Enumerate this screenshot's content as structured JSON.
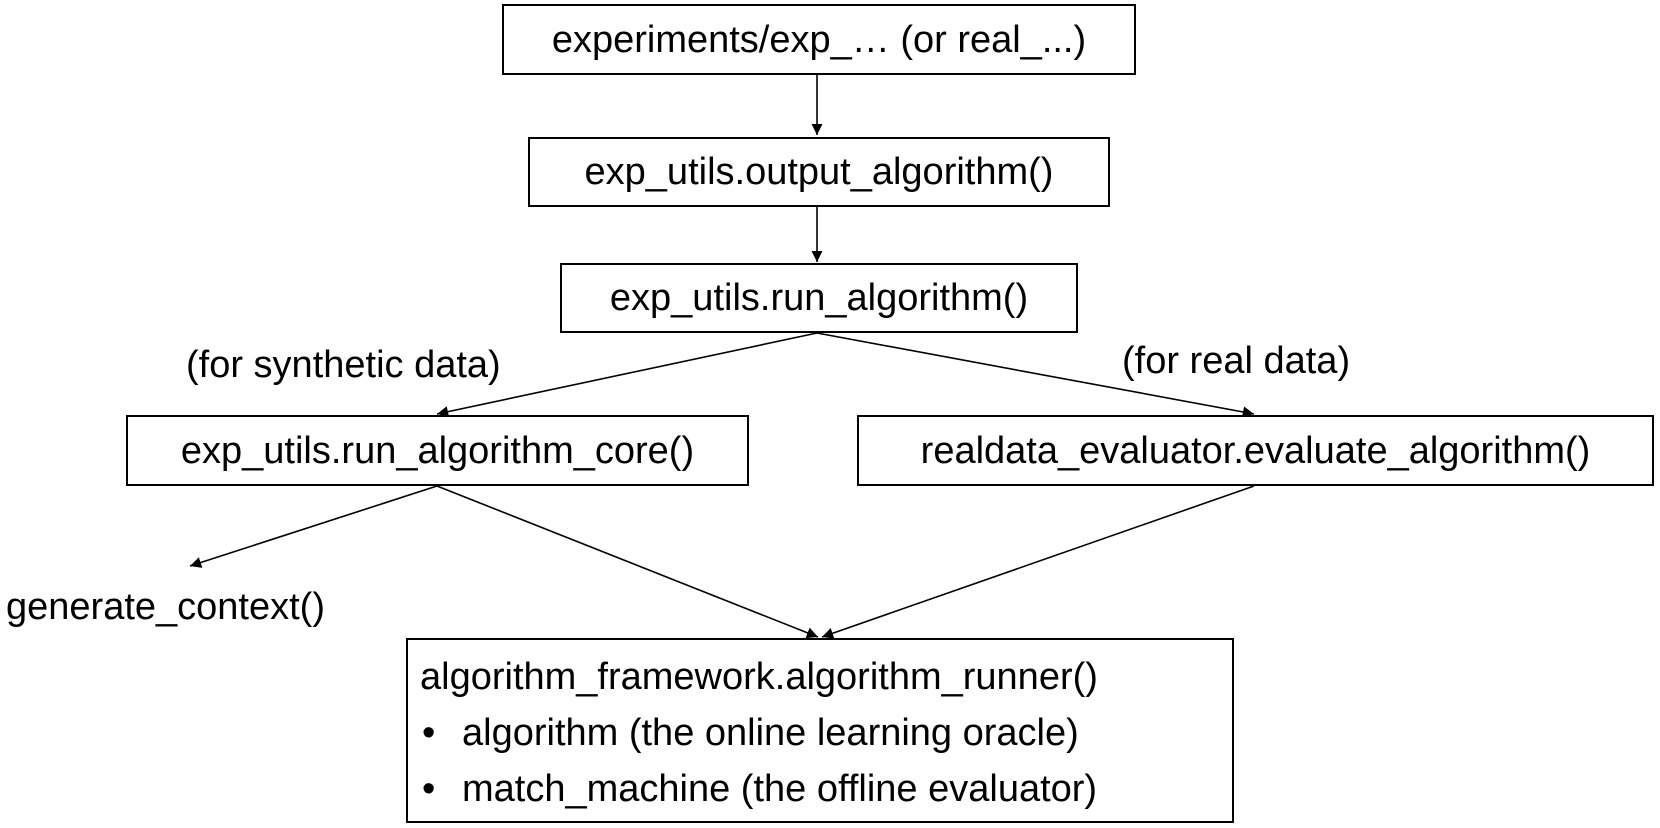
{
  "diagram": {
    "nodes": {
      "experiments": "experiments/exp_… (or real_...)",
      "output_algorithm": "exp_utils.output_algorithm()",
      "run_algorithm": "exp_utils.run_algorithm()",
      "run_algorithm_core": "exp_utils.run_algorithm_core()",
      "evaluate_algorithm": "realdata_evaluator.evaluate_algorithm()",
      "generate_context": "generate_context()",
      "algorithm_runner": {
        "title": "algorithm_framework.algorithm_runner()",
        "items": [
          "algorithm (the online learning oracle)",
          "match_machine (the offline evaluator)"
        ],
        "bullet": "•"
      }
    },
    "edge_labels": {
      "synthetic": "(for synthetic data)",
      "real": "(for real data)"
    },
    "edges": [
      {
        "from": "experiments",
        "to": "output_algorithm"
      },
      {
        "from": "output_algorithm",
        "to": "run_algorithm"
      },
      {
        "from": "run_algorithm",
        "to": "run_algorithm_core"
      },
      {
        "from": "run_algorithm",
        "to": "evaluate_algorithm"
      },
      {
        "from": "run_algorithm_core",
        "to": "generate_context"
      },
      {
        "from": "run_algorithm_core",
        "to": "algorithm_runner"
      },
      {
        "from": "evaluate_algorithm",
        "to": "algorithm_runner"
      }
    ]
  }
}
